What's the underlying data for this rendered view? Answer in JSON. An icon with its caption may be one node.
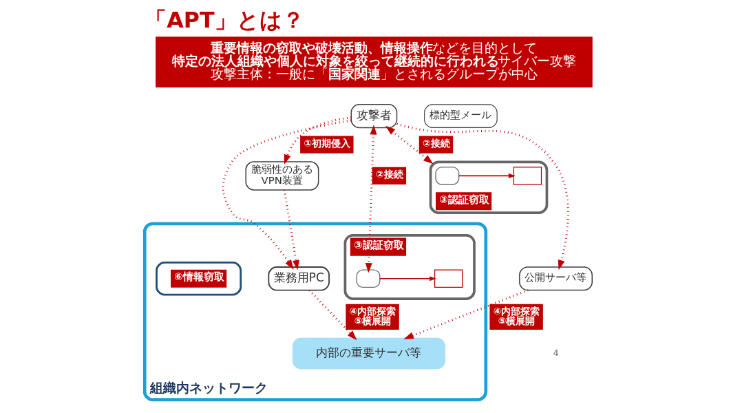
{
  "diagram": {
    "title": "「APT」とは？",
    "nodes": [
      {
        "text": [
          "**重要情報の窃取や破壊活動、情報操作**などを目的として**特定の法人組織や個人に対象を絞って継続的に行われる**サイバー攻撃",
          "攻撃主体：一般に「**国家関連**」とされるグループが中心"
        ]
      },
      {
        "text": [
          "攻撃者"
        ]
      },
      {
        "text": [
          "脆弱性のあるVPN装置"
        ]
      },
      {
        "text": [
          "標的型メール"
        ]
      },
      {
        "text": [
          "公開サーバ等"
        ]
      },
      {
        "text": [
          "③認証窃取"
        ]
      },
      {
        "text": [],
        "shape": "box",
        "in": 5
      },
      {
        "text": [],
        "shape": "box",
        "in": 5
      },
      {
        "text": [
          "組織内ネットワーク"
        ]
      },
      {
        "text": [
          "業務用PC"
        ],
        "in": 8
      },
      {
        "text": [
          "③認証窃取"
        ],
        "in": 8
      },
      {
        "text": [],
        "shape": "box",
        "in": 10
      },
      {
        "text": [],
        "shape": "box",
        "in": 10
      },
      {
        "text": [
          "内部の重要サーバ等"
        ],
        "in": 8
      },
      {
        "text": [
          "⑥情報窃取"
        ],
        "in": 8
      }
    ],
    "edges": [
      {
        "from": 1,
        "to": 5,
        "arrow": "both",
        "label": "②接続",
        "style": "dashed"
      },
      {
        "from": 1,
        "to": 11,
        "arrow": "both",
        "label": "②接続",
        "style": "dashed"
      },
      {
        "from": 1,
        "to": 2,
        "arrow": "to",
        "label": "①初期侵入",
        "style": "dashed"
      },
      {
        "from": 1,
        "to": 9,
        "arrow": "to",
        "style": "dashed"
      },
      {
        "from": 1,
        "to": 4,
        "arrow": "to",
        "style": "dashed"
      },
      {
        "from": 2,
        "to": 9,
        "arrow": "to",
        "style": "dashed"
      },
      {
        "from": 9,
        "to": 13,
        "arrow": "to",
        "label": "④内部探索⑤横展開",
        "style": "dashed"
      },
      {
        "from": 4,
        "to": 13,
        "arrow": "to",
        "label": "④内部探索⑤横展開",
        "style": "dashed"
      },
      {
        "from": 6,
        "to": 7,
        "arrow": "to"
      },
      {
        "from": 11,
        "to": 12,
        "arrow": "to"
      }
    ],
    "labels": [
      "4"
    ]
  }
}
